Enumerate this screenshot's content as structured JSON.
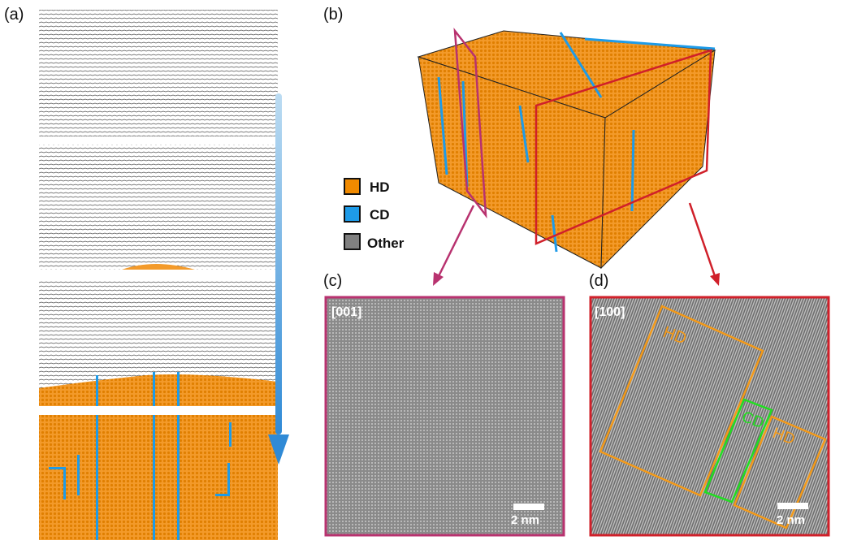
{
  "panels": {
    "a": {
      "label": "(a)"
    },
    "b": {
      "label": "(b)",
      "legend": [
        {
          "name": "HD",
          "color": "#f08a00"
        },
        {
          "name": "CD",
          "color": "#1e9be8"
        },
        {
          "name": "Other",
          "color": "#808080"
        }
      ]
    },
    "c": {
      "label": "(c)",
      "direction": "[001]",
      "scale_bar": "2 nm",
      "border_color": "#b8326f"
    },
    "d": {
      "label": "(d)",
      "direction": "[100]",
      "scale_bar": "2 nm",
      "border_color": "#d0202a",
      "regions": [
        "HD",
        "CD",
        "HD"
      ]
    }
  }
}
